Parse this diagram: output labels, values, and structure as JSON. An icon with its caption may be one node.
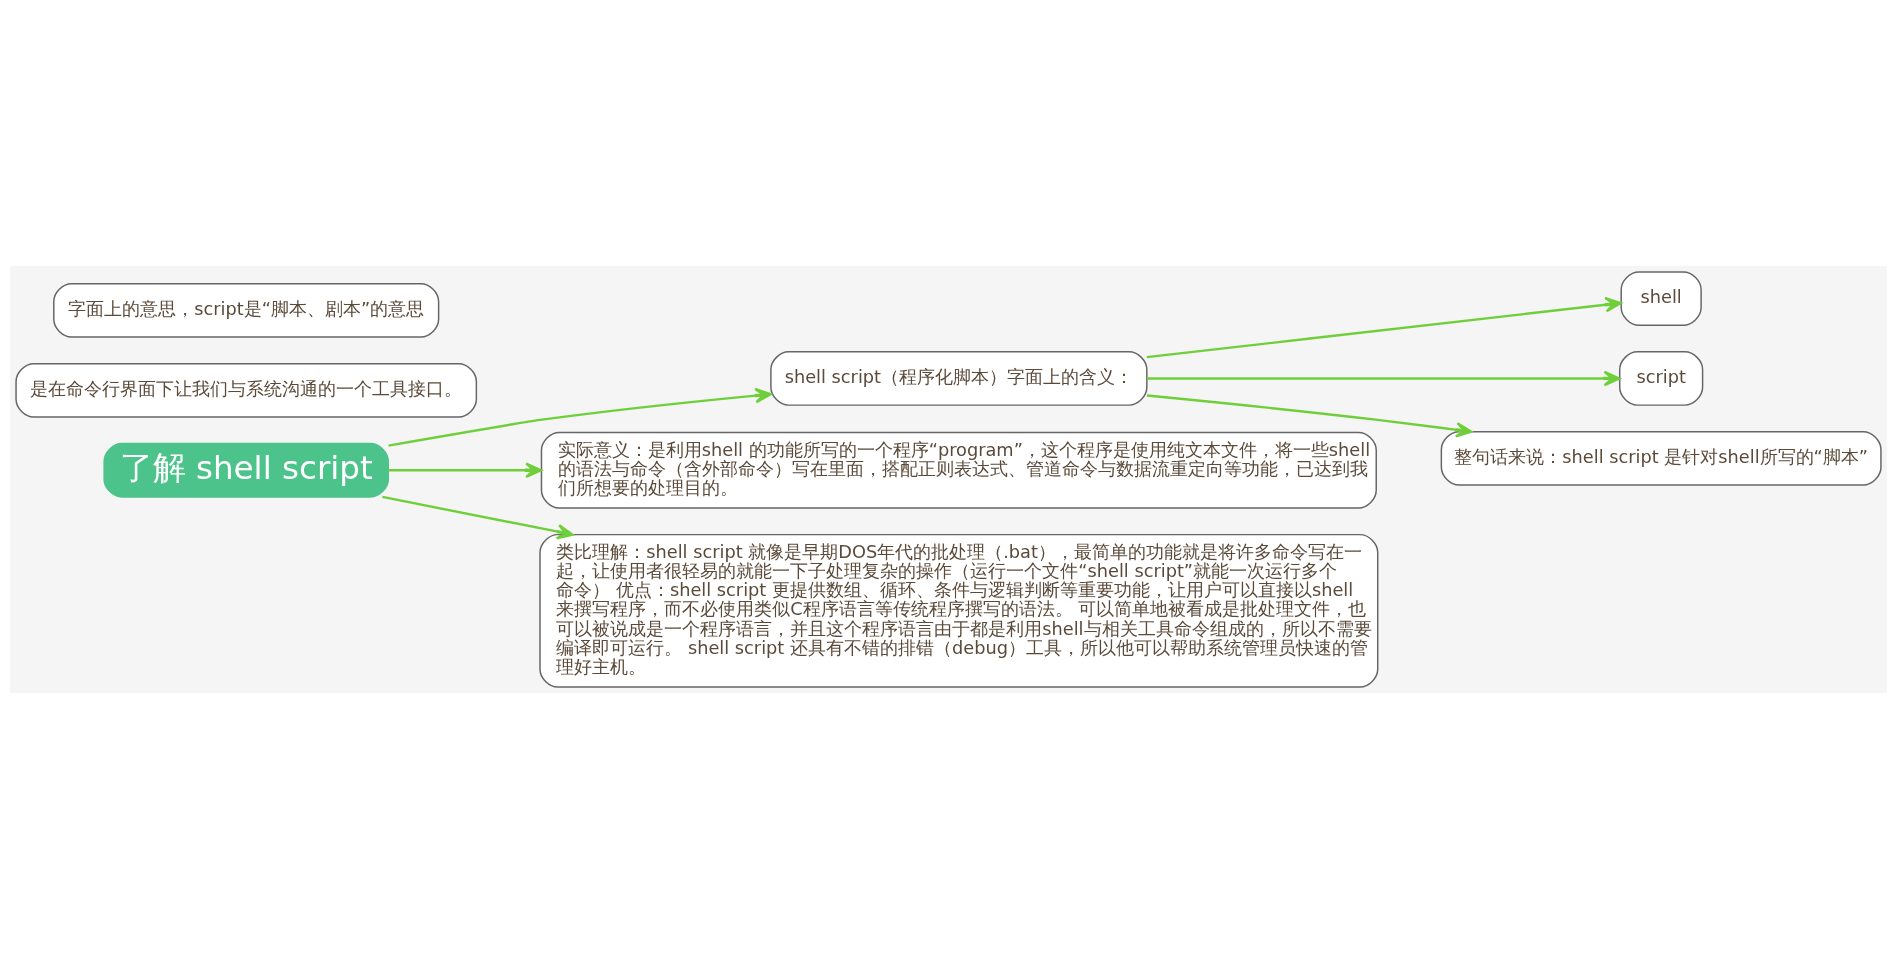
{
  "diagram": {
    "nodes": [
      {
        "text": [
          "了解 shell script"
        ]
      },
      {
        "text": [
          "shell script（程序化脚本）字面上的含义："
        ]
      },
      {
        "text": [
          "shell"
        ]
      },
      {
        "text": [
          "是在命令行界面下让我们与系统沟通的一个工具接口。"
        ]
      },
      {
        "text": [
          "script"
        ]
      },
      {
        "text": [
          "字面上的意思，script是“脚本、剧本”的意思"
        ]
      },
      {
        "text": [
          "整句话来说：shell script 是针对shell所写的“脚本”"
        ]
      },
      {
        "text": [
          "实际意义：是利用shell 的功能所写的一个程序“program”，这个程序是使用纯文本文件，将一些shell的语法与命令（含外部命令）写在里面，搭配正则表达式、管道命令与数据流重定向等功能，已达到我们所想要的处理目的。"
        ]
      },
      {
        "text": [
          "类比理解：shell script 就像是早期DOS年代的批处理（.bat），最简单的功能就是将许多命令写在一起，让使用者很轻易的就能一下子处理复杂的操作（运行一个文件“shell script”就能一次运行多个命令） 优点：shell script 更提供数组、循环、条件与逻辑判断等重要功能，让用户可以直接以shell来撰写程序，而不必使用类似C程序语言等传统程序撰写的语法。 可以简单地被看成是批处理文件，也可以被说成是一个程序语言，并且这个程序语言由于都是利用shell与相关工具命令组成的，所以不需要编译即可运行。 shell script 还具有不错的排错（debug）工具，所以他可以帮助系统管理员快速的管理好主机。"
        ]
      }
    ],
    "edges": [
      {
        "from": 0,
        "to": 1,
        "arrow": "to"
      },
      {
        "from": 1,
        "to": 2,
        "arrow": "to"
      },
      {
        "from": 1,
        "to": 4,
        "arrow": "to"
      },
      {
        "from": 1,
        "to": 6,
        "arrow": "to"
      },
      {
        "from": 0,
        "to": 7,
        "arrow": "to"
      },
      {
        "from": 0,
        "to": 8,
        "arrow": "to"
      }
    ]
  }
}
